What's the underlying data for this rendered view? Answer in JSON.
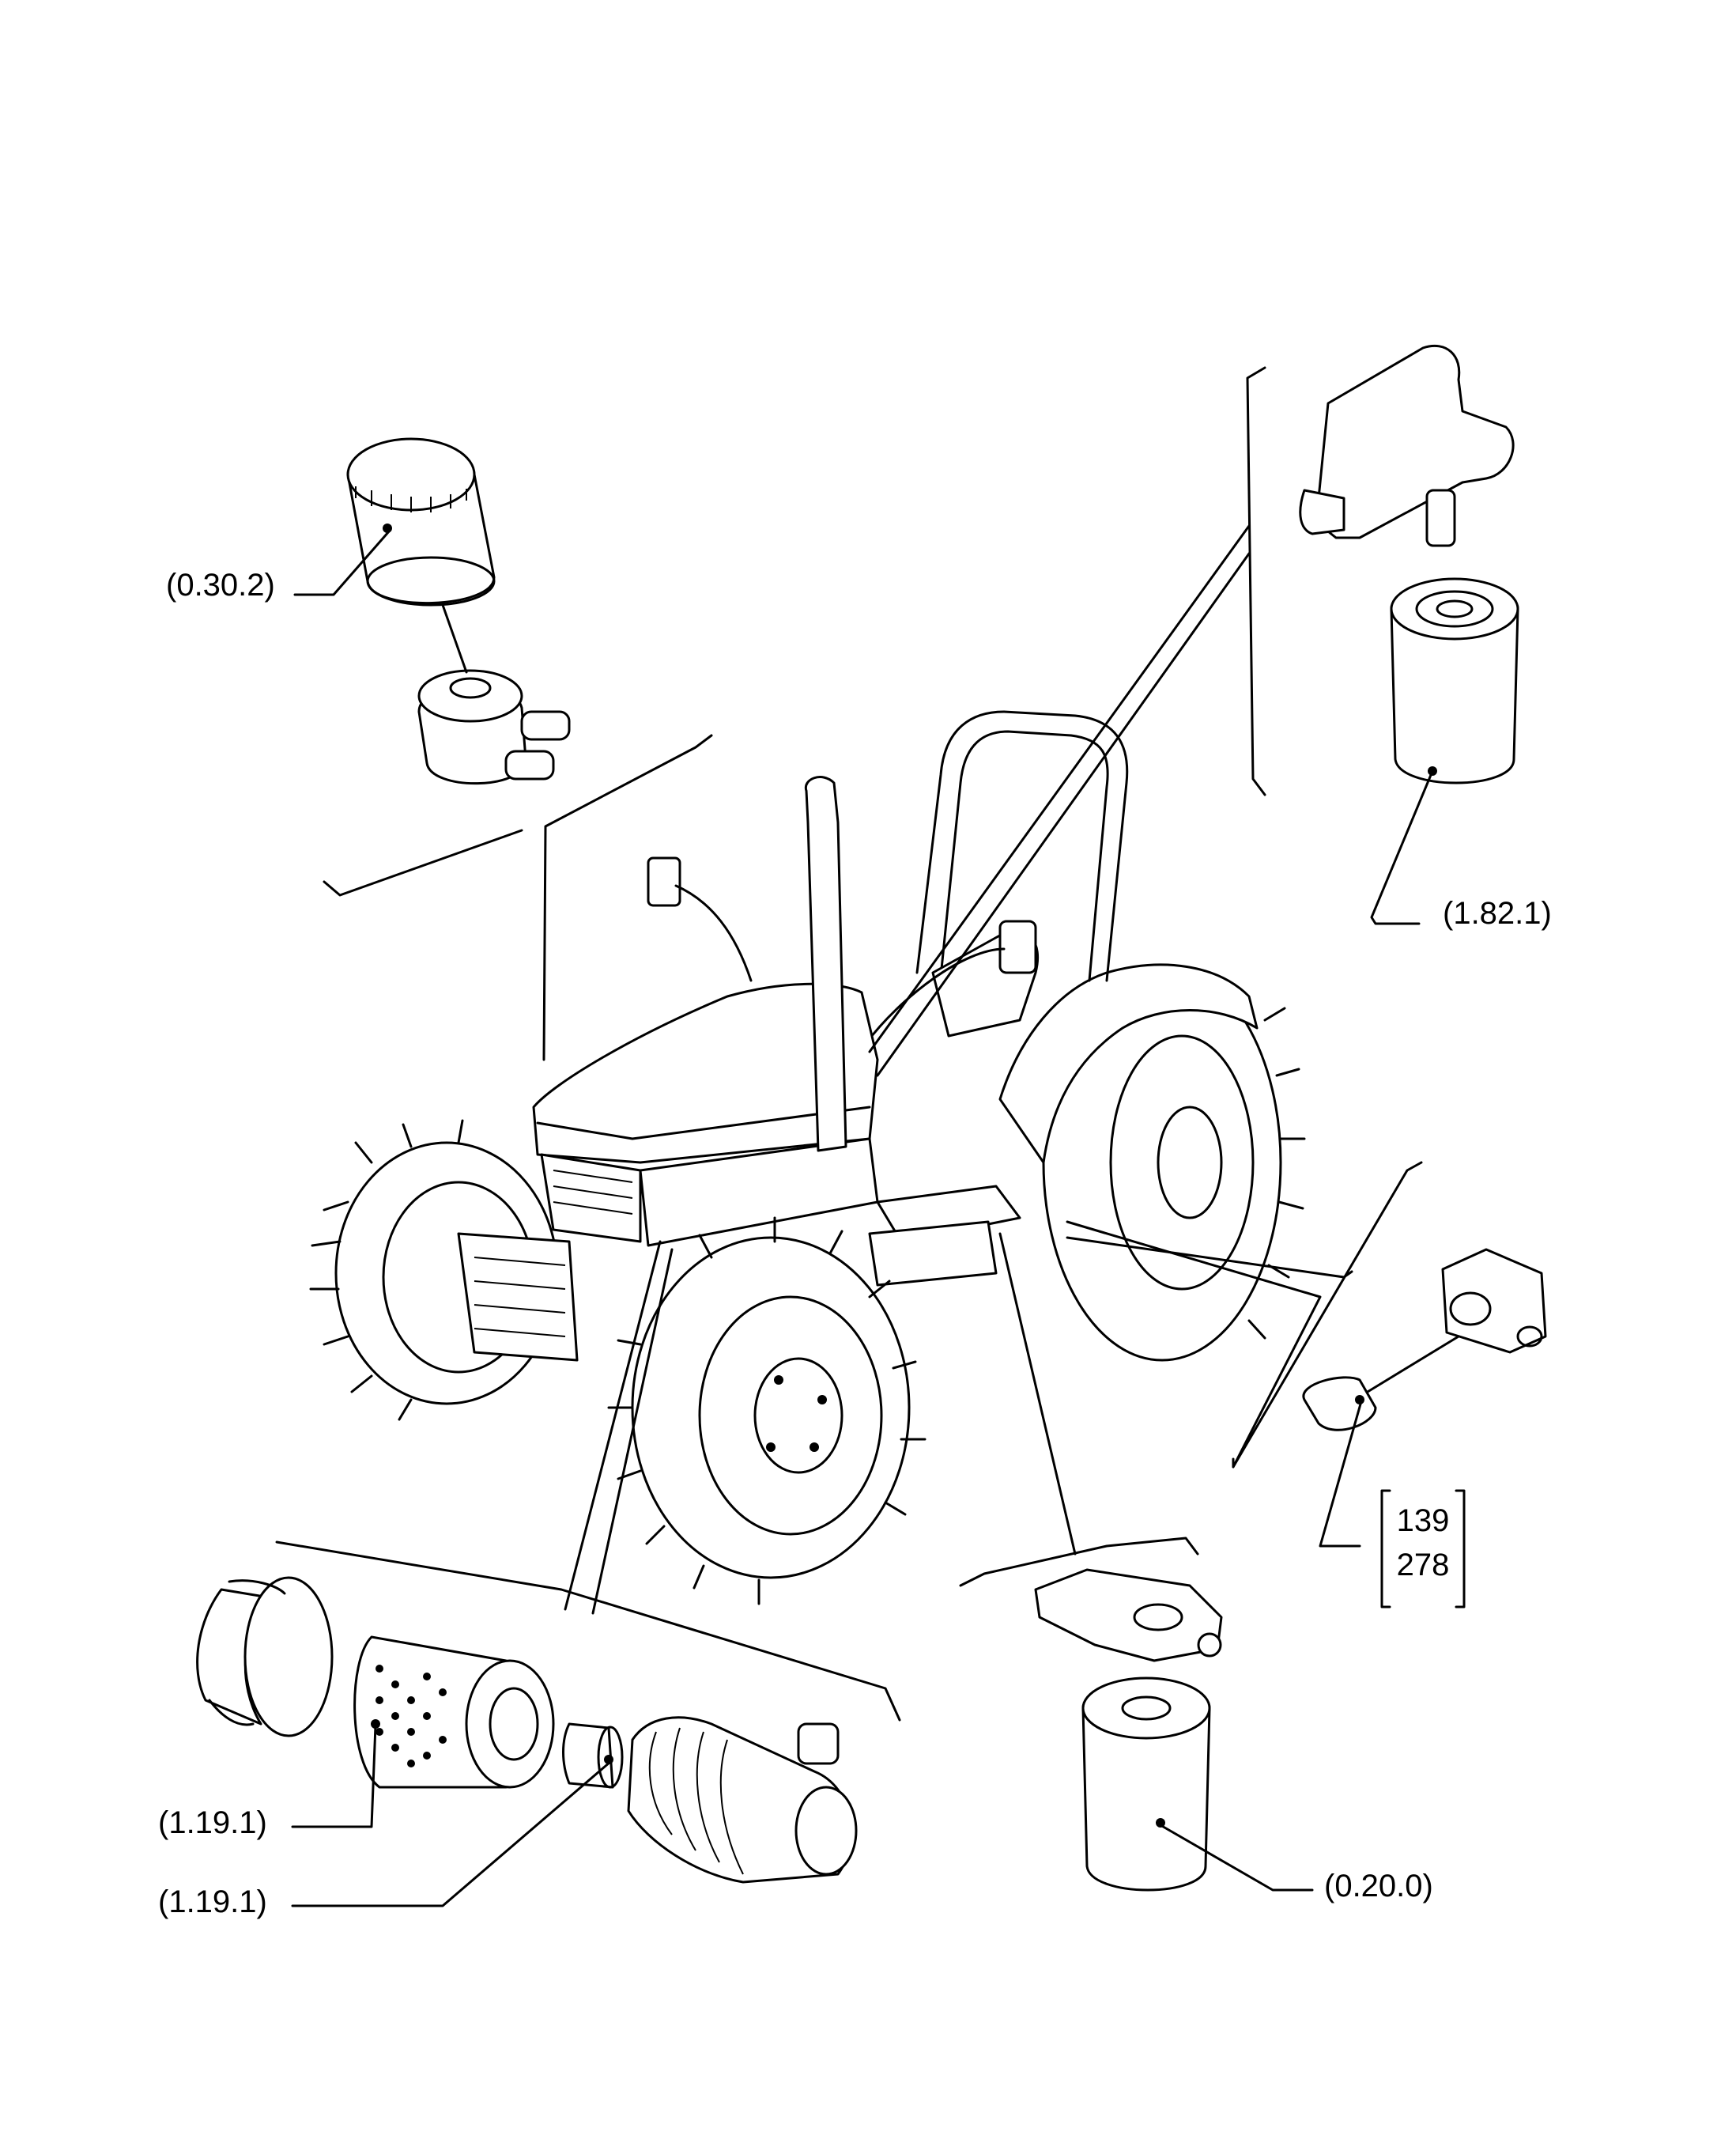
{
  "callouts": {
    "oil_filter": "(0.30.2)",
    "hydraulic_filter": "(1.82.1)",
    "air_filter_outer": "(1.19.1)",
    "air_filter_inner": "(1.19.1)",
    "fuel_filter": "(0.20.0)"
  },
  "reference_box": {
    "lines": [
      "139",
      "278"
    ]
  },
  "colors": {
    "ink": "#000000",
    "paper": "#ffffff"
  }
}
